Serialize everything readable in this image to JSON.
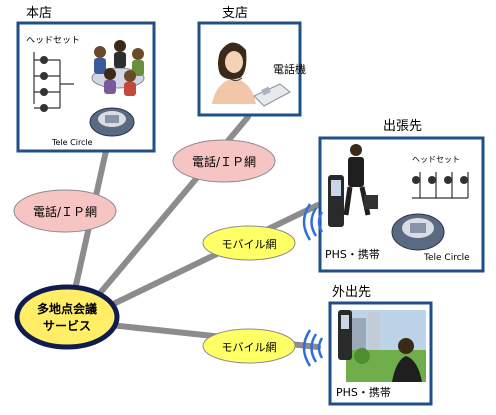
{
  "locations": {
    "honten": {
      "label": "本店",
      "headset": "ヘッドセット",
      "device": "Tele Circle"
    },
    "shiten": {
      "label": "支店",
      "phone": "電話機"
    },
    "shucchousaki": {
      "label": "出張先",
      "headset": "ヘッドセット",
      "mobile": "PHS・携帯",
      "device": "Tele Circle"
    },
    "gaishutsusaki": {
      "label": "外出先",
      "mobile": "PHS・携帯"
    }
  },
  "hub": {
    "line1": "多地点会議",
    "line2": "サービス"
  },
  "networks": {
    "phone_ip_1": "電話/ＩＰ網",
    "phone_ip_2": "電話/ＩＰ網",
    "mobile_1": "モバイル網",
    "mobile_2": "モバイル網"
  },
  "colors": {
    "frame": "#1f4f86",
    "link": "#8c8c8c",
    "pink": "#f7c4c4",
    "yellow": "#ffff66",
    "hub_fill": "#ffee66",
    "hub_border": "#101c50",
    "signal": "#2f6fd6"
  }
}
